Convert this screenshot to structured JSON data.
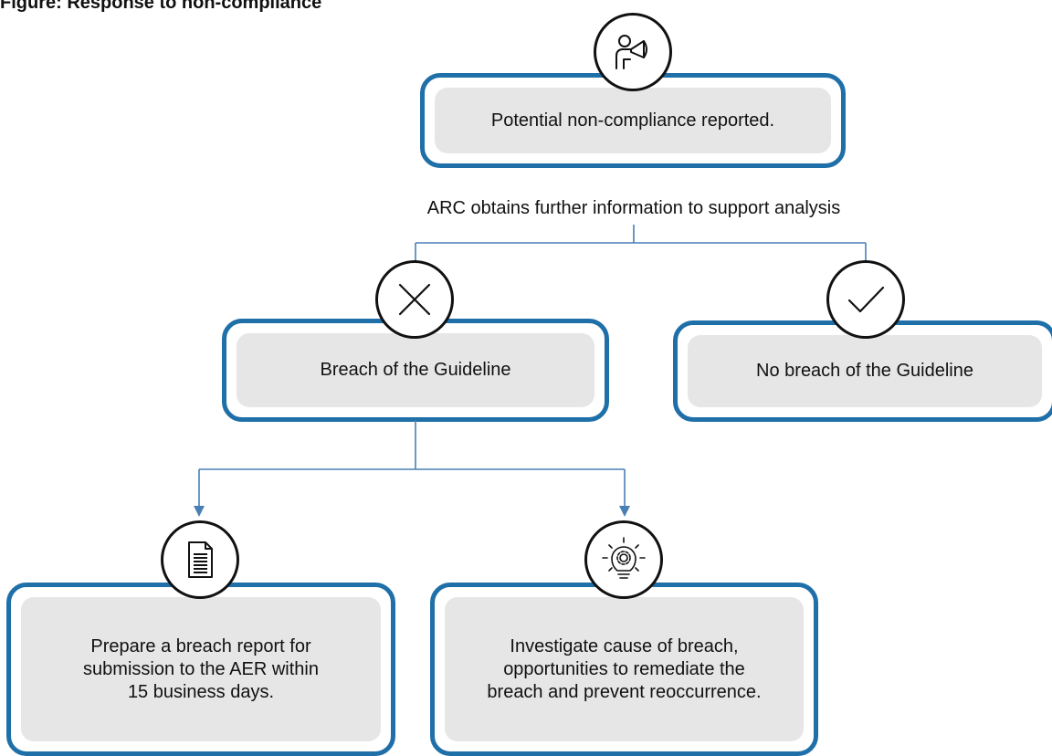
{
  "figure_caption": "Figure: Response to non-compliance",
  "top_box": {
    "text": "Potential non-compliance reported.",
    "icon": "megaphone-person-icon"
  },
  "connector_label": "ARC obtains further information to support analysis",
  "breach_box": {
    "text": "Breach of the Guideline",
    "icon": "cross-icon"
  },
  "no_breach_box": {
    "text": "No breach of the Guideline",
    "icon": "checkmark-icon"
  },
  "report_box": {
    "text": "Prepare a breach report for submission to the AER within 15 business days.",
    "icon": "document-icon"
  },
  "investigate_box": {
    "text": "Investigate cause of breach, opportunities to remediate the breach and prevent reoccurrence.",
    "icon": "lightbulb-gear-icon"
  },
  "colors": {
    "box_border": "#1f6fa8",
    "box_fill": "#e6e6e6",
    "connector": "#4a7fb5",
    "icon_stroke": "#111111"
  }
}
